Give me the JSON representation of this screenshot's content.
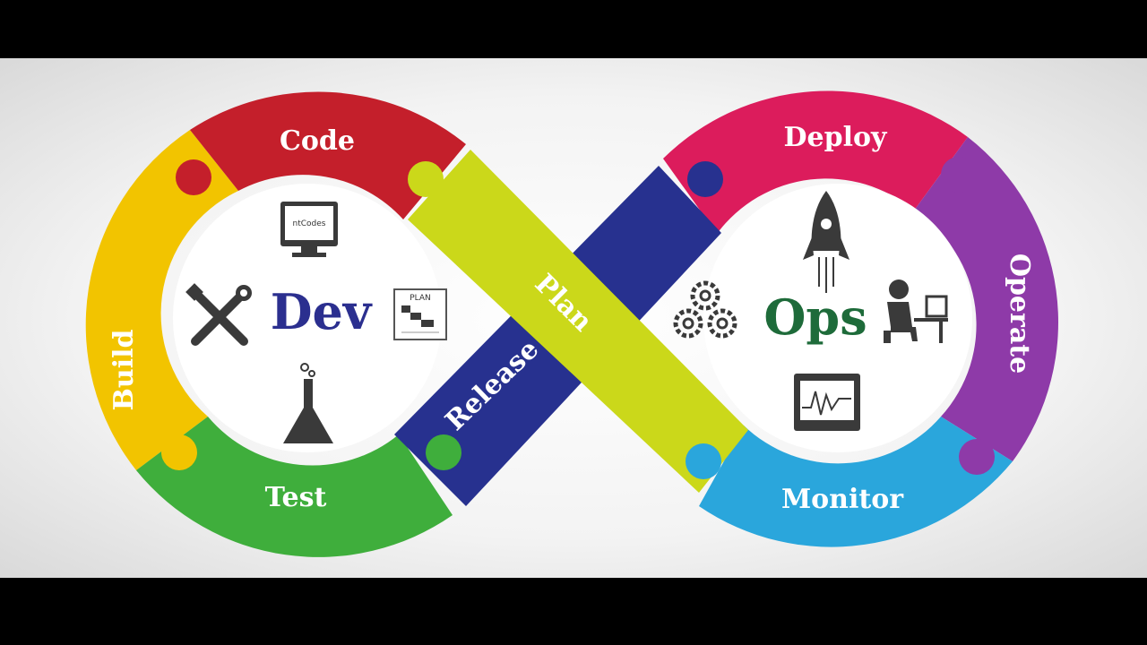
{
  "segments": {
    "code": "Code",
    "build": "Build",
    "test": "Test",
    "release": "Release",
    "plan": "Plan",
    "deploy": "Deploy",
    "operate": "Operate",
    "monitor": "Monitor"
  },
  "centers": {
    "dev": "Dev",
    "ops": "Ops"
  },
  "icon_text": {
    "monitor_screen": "ntCodes",
    "plan_card": "PLAN"
  },
  "colors": {
    "code": "#c41f2b",
    "build": "#f2c400",
    "test": "#3fae3c",
    "release": "#27318f",
    "plan": "#cbd81a",
    "deploy": "#dc1c5c",
    "operate": "#8e3aa8",
    "monitor": "#2aa6dc",
    "dev_text": "#2b2f8f",
    "ops_text": "#1e6b3a",
    "icon": "#3a3a3a"
  },
  "icons": [
    "computer-monitor-icon",
    "tools-icon",
    "plan-document-icon",
    "lab-flask-icon",
    "rocket-icon",
    "gears-icon",
    "person-at-desk-icon",
    "monitoring-screen-icon"
  ]
}
